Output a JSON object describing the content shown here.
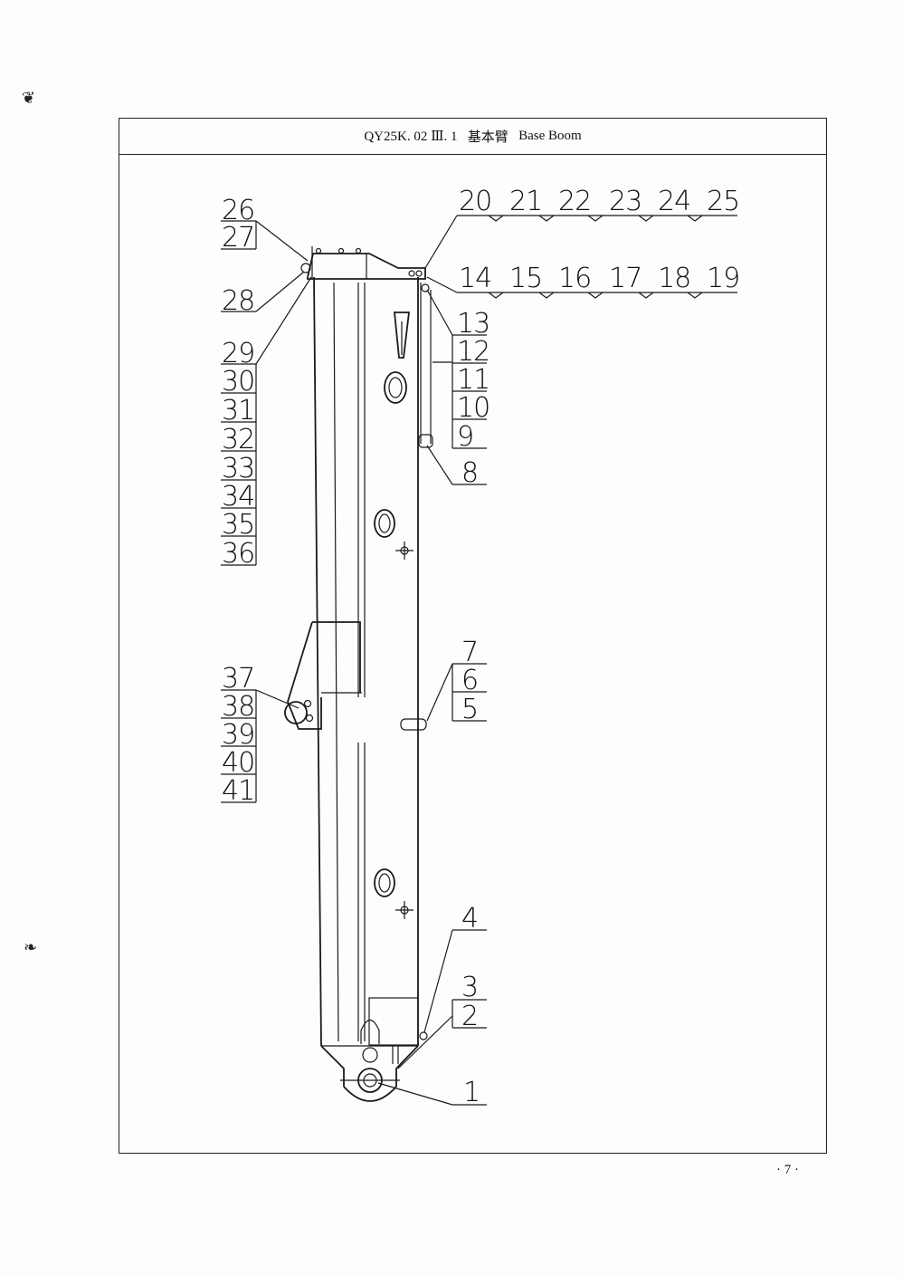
{
  "header": {
    "code": "QY25K. 02 Ⅲ. 1",
    "title_cn": "基本臂",
    "title_en": "Base Boom"
  },
  "page_number": "· 7 ·",
  "callouts": {
    "top_row_upper": [
      "20",
      "21",
      "22",
      "23",
      "24",
      "25"
    ],
    "top_row_lower": [
      "14",
      "15",
      "16",
      "17",
      "18",
      "19"
    ],
    "left_upper_stack": [
      "26",
      "27"
    ],
    "left_single": [
      "28"
    ],
    "left_mid_stack": [
      "29",
      "30",
      "31",
      "32",
      "33",
      "34",
      "35",
      "36"
    ],
    "right_upper_single": [
      "13"
    ],
    "right_upper_stack": [
      "12",
      "11",
      "10",
      "9"
    ],
    "right_single_8": [
      "8"
    ],
    "right_mid_stack": [
      "7",
      "6",
      "5"
    ],
    "left_lower_stack": [
      "37",
      "38",
      "39",
      "40",
      "41"
    ],
    "right_single_4": [
      "4"
    ],
    "right_lower_stack": [
      "3",
      "2"
    ],
    "right_single_1": [
      "1"
    ]
  }
}
